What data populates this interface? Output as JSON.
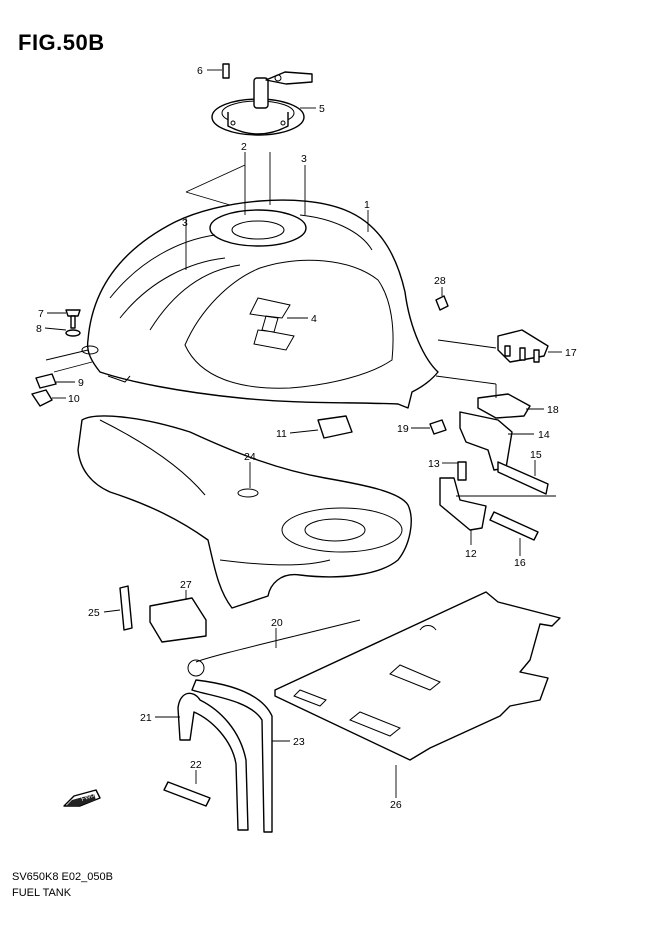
{
  "figure": {
    "title": "FIG.50B",
    "code": "SV650K8 E02_050B",
    "name": "FUEL TANK",
    "fwd_label": "FWD"
  },
  "callouts": [
    "1",
    "2",
    "3",
    "3",
    "4",
    "5",
    "6",
    "7",
    "8",
    "9",
    "10",
    "11",
    "12",
    "13",
    "14",
    "15",
    "16",
    "17",
    "18",
    "19",
    "20",
    "21",
    "22",
    "23",
    "24",
    "25",
    "26",
    "27",
    "28"
  ],
  "icons": {
    "fwd": "fwd-arrow-icon"
  }
}
